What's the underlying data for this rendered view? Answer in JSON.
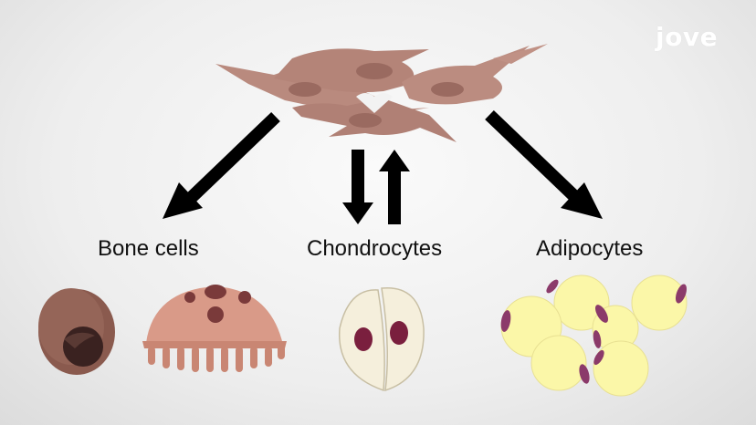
{
  "labels": {
    "bone_cells": "Bone cells",
    "chondrocytes": "Chondrocytes",
    "adipocytes": "Adipocytes"
  },
  "watermark": "jove",
  "colors": {
    "background": "#eeeeee",
    "stem_cell": "#b98a7e",
    "stem_cell_nucleus": "#9a6a60",
    "arrow": "#000000",
    "osteocyte": "#8a5a4e",
    "osteoclast": "#d99a88",
    "chondrocyte": "#f5efdc",
    "chondrocyte_nucleus": "#7a1f3e",
    "adipocyte": "#fbf7a8",
    "adipocyte_nucleus": "#8b3a6a"
  }
}
